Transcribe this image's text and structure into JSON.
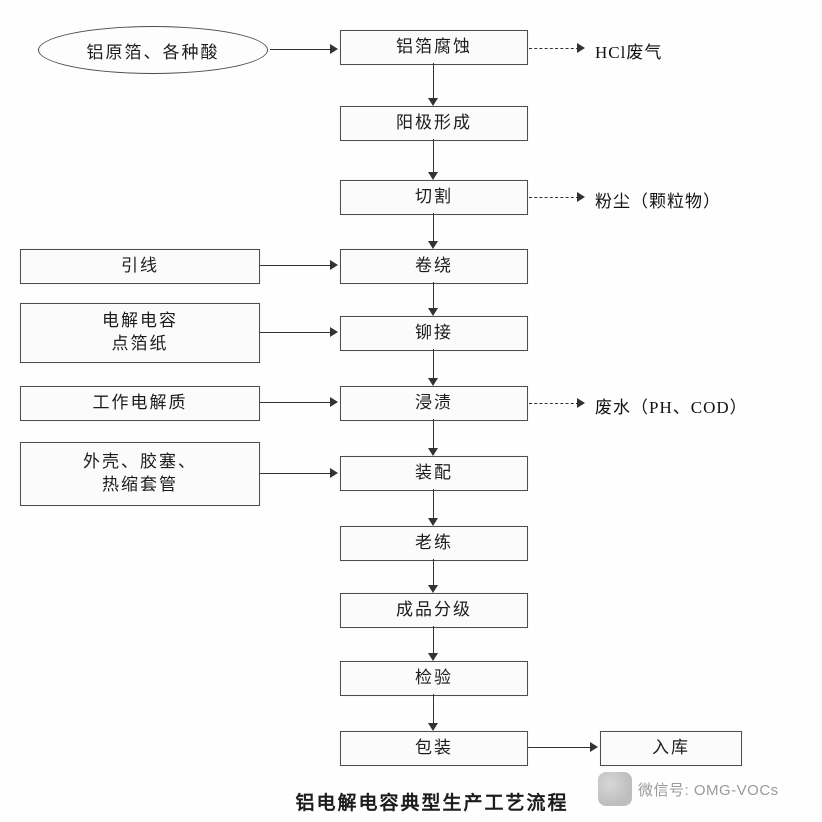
{
  "diagram": {
    "start": "铝原箔、各种酸",
    "steps": [
      "铝箔腐蚀",
      "阳极形成",
      "切割",
      "卷绕",
      "铆接",
      "浸渍",
      "装配",
      "老练",
      "成品分级",
      "检验",
      "包装"
    ],
    "inputs": [
      "引线",
      "电解电容\n点箔纸",
      "工作电解质",
      "外壳、胶塞、\n热缩套管"
    ],
    "emissions": [
      "HCl废气",
      "粉尘（颗粒物）",
      "废水（PH、COD）"
    ],
    "final": "入库",
    "caption": "铝电解电容典型生产工艺流程",
    "watermark": "微信号: OMG-VOCs"
  }
}
